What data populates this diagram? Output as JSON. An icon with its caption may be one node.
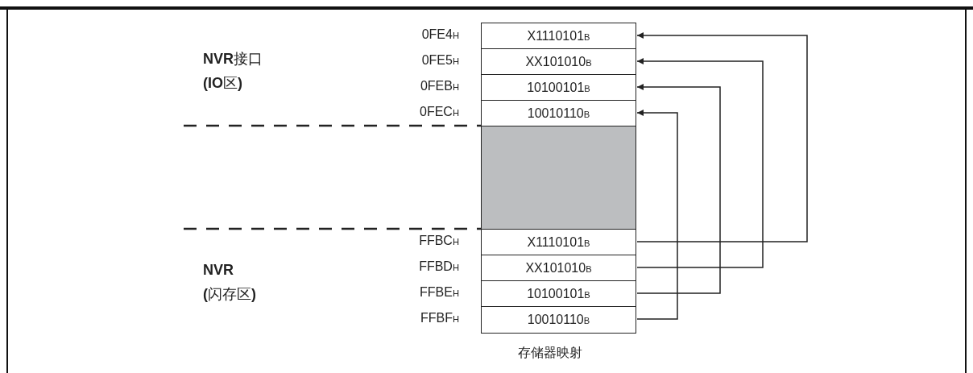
{
  "diagram": {
    "nodes": [
      {
        "text": [
          "X1110101$_{B}$"
        ]
      },
      {
        "text": [
          "XX101010$_{B}$"
        ]
      },
      {
        "text": [
          "10100101$_{B}$"
        ]
      },
      {
        "text": [
          "10010110$_{B}$"
        ]
      },
      {
        "text": [],
        "shape": "box"
      },
      {
        "text": [
          "X1110101$_{B}$"
        ]
      },
      {
        "text": [
          "XX101010$_{B}$"
        ]
      },
      {
        "text": [
          "10100101$_{B}$"
        ]
      },
      {
        "text": [
          "10010110$_{B}$"
        ]
      }
    ],
    "edges": [
      {
        "from": 5,
        "to": 0,
        "arrow": "to"
      },
      {
        "from": 6,
        "to": 1,
        "arrow": "to"
      },
      {
        "from": 7,
        "to": 2,
        "arrow": "to"
      },
      {
        "from": 8,
        "to": 3,
        "arrow": "to"
      }
    ],
    "labels": [
      "0FE4$_{H}$",
      "**NVR**接口 **(IO**区**)**",
      "0FE5$_{H}$",
      "0FEB$_{H}$",
      "0FEC$_{H}$",
      "FFBC$_{H}$",
      "**NVR** **(**闪存区**)**",
      "FFBD$_{H}$",
      "FFBE$_{H}$",
      "FFBF$_{H}$",
      "存储器映射"
    ]
  }
}
